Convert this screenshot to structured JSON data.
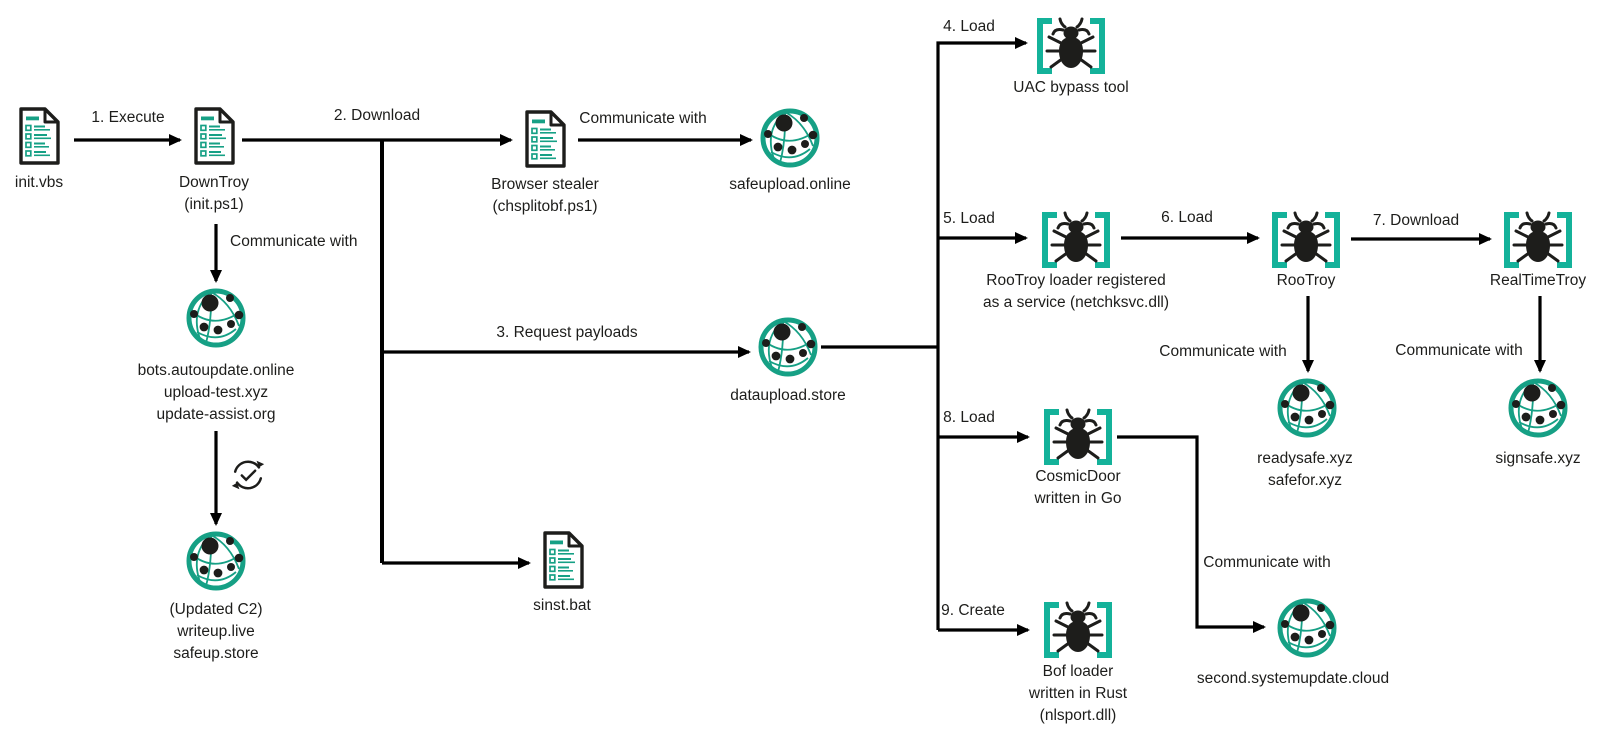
{
  "colors": {
    "accent_teal": "#16a085",
    "bracket_teal": "#14b29a",
    "icon_dark": "#1d1d1b",
    "connector_black": "#000000",
    "background": "#ffffff"
  },
  "edge_labels": {
    "execute": "1. Execute",
    "download": "2. Download",
    "communicate_browser_stealer": "Communicate with",
    "communicate_downtroy": "Communicate with",
    "request_payloads": "3. Request payloads",
    "load_uac": "4. Load",
    "load_rootroy_loader": "5. Load",
    "load_rootroy": "6. Load",
    "download_realtimetroy": "7. Download",
    "load_cosmicdoor": "8. Load",
    "create_bof": "9. Create",
    "communicate_rootroy": "Communicate with",
    "communicate_realtimetroy": "Communicate with",
    "communicate_cosmicdoor": "Communicate with"
  },
  "nodes": {
    "init_vbs": {
      "icon": "document-icon",
      "lines": [
        "init.vbs"
      ]
    },
    "downtroy": {
      "icon": "document-icon",
      "lines": [
        "DownTroy",
        "(init.ps1)"
      ]
    },
    "browser_stealer": {
      "icon": "document-icon",
      "lines": [
        "Browser stealer",
        "(chsplitobf.ps1)"
      ]
    },
    "safeupload": {
      "icon": "globe-network-icon",
      "lines": [
        "safeupload.online"
      ]
    },
    "bots_c2": {
      "icon": "globe-network-icon",
      "lines": [
        "bots.autoupdate.online",
        "upload-test.xyz",
        "update-assist.org"
      ]
    },
    "updated_c2": {
      "icon": "globe-network-icon",
      "lines": [
        "(Updated C2)",
        "writeup.live",
        "safeup.store"
      ]
    },
    "dataupload": {
      "icon": "globe-network-icon",
      "lines": [
        "dataupload.store"
      ]
    },
    "sinst_bat": {
      "icon": "document-icon",
      "lines": [
        "sinst.bat"
      ]
    },
    "uac_bypass": {
      "icon": "bug-brackets-icon",
      "lines": [
        "UAC bypass tool"
      ]
    },
    "rootroy_loader": {
      "icon": "bug-brackets-icon",
      "lines": [
        "RooTroy loader registered",
        "as a service (netchksvc.dll)"
      ]
    },
    "rootroy": {
      "icon": "bug-brackets-icon",
      "lines": [
        "RooTroy"
      ]
    },
    "realtimetroy": {
      "icon": "bug-brackets-icon",
      "lines": [
        "RealTimeTroy"
      ]
    },
    "readysafe": {
      "icon": "globe-network-icon",
      "lines": [
        "readysafe.xyz",
        "safefor.xyz"
      ]
    },
    "signsafe": {
      "icon": "globe-network-icon",
      "lines": [
        "signsafe.xyz"
      ]
    },
    "cosmicdoor": {
      "icon": "bug-brackets-icon",
      "lines": [
        "CosmicDoor",
        "written in Go"
      ]
    },
    "second_c2": {
      "icon": "globe-network-icon",
      "lines": [
        "second.systemupdate.cloud"
      ]
    },
    "bof_loader": {
      "icon": "bug-brackets-icon",
      "lines": [
        "Bof loader",
        "written in Rust",
        "(nlsport.dll)"
      ]
    },
    "update_step": {
      "icon": "refresh-check-icon",
      "lines": []
    }
  }
}
